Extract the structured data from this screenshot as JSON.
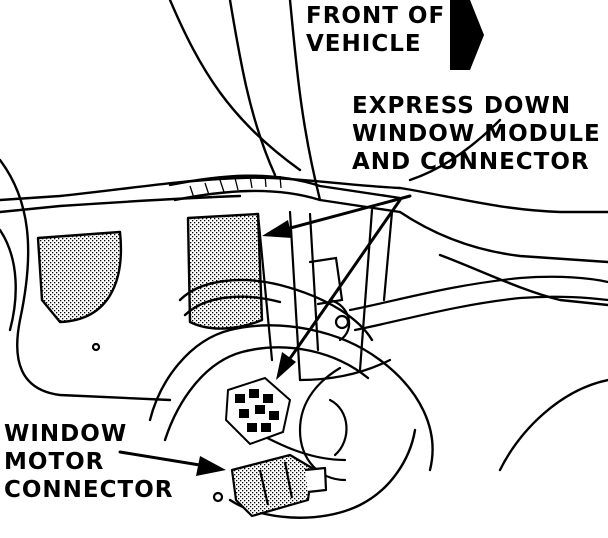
{
  "labels": {
    "front": [
      "FRONT OF",
      "VEHICLE"
    ],
    "express": [
      "EXPRESS DOWN",
      "WINDOW MODULE",
      "AND CONNECTOR"
    ],
    "motor": [
      "WINDOW",
      "MOTOR",
      "CONNECTOR"
    ]
  },
  "colors": {
    "ink": "#000000",
    "paper": "#ffffff"
  },
  "icons": {
    "direction": "arrow-right-icon"
  }
}
